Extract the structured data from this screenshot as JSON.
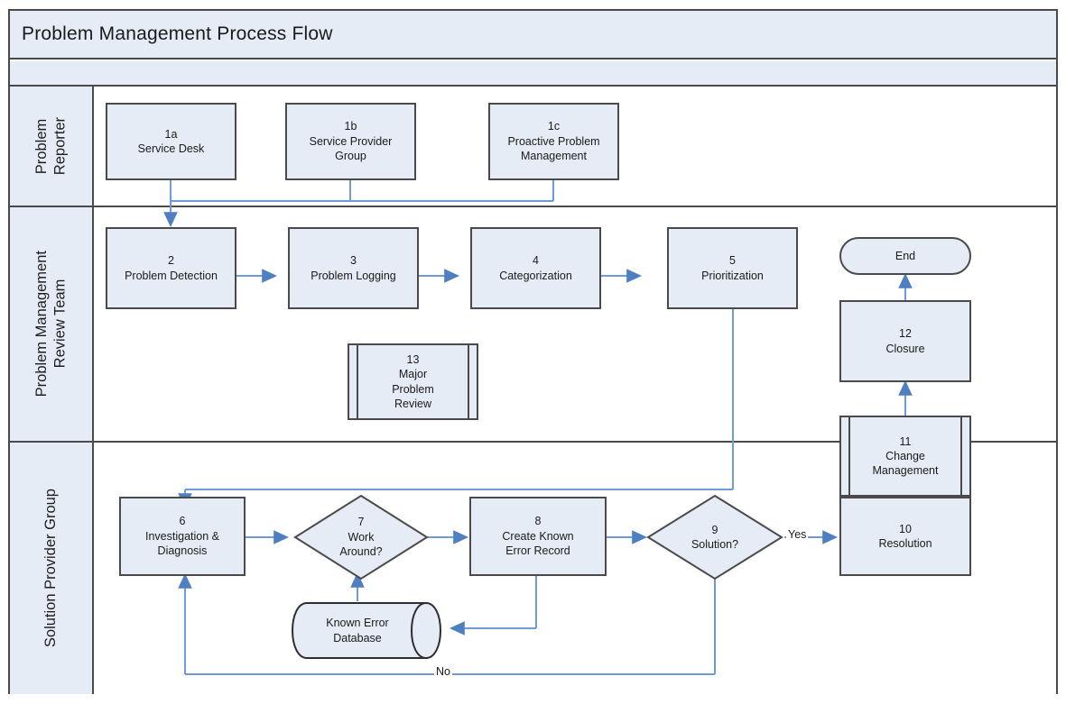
{
  "diagram": {
    "title": "Problem Management Process Flow",
    "colors": {
      "shape_fill": "#e6ecf6",
      "shape_stroke": "#4a4a4a",
      "connector": "#6699d6",
      "lane_header_fill": "#e6ecf6",
      "page_background": "#ffffff"
    }
  },
  "lanes": [
    {
      "id": "lane1",
      "label": "Problem\nReporter"
    },
    {
      "id": "lane2",
      "label": "Problem Management\nReview Team"
    },
    {
      "id": "lane3",
      "label": "Solution Provider Group"
    }
  ],
  "nodes": {
    "n1a": {
      "num": "1a",
      "label": "Service Desk",
      "shape": "process",
      "lane": "lane1"
    },
    "n1b": {
      "num": "1b",
      "label": "Service Provider\nGroup",
      "shape": "process",
      "lane": "lane1"
    },
    "n1c": {
      "num": "1c",
      "label": "Proactive Problem\nManagement",
      "shape": "process",
      "lane": "lane1"
    },
    "n2": {
      "num": "2",
      "label": "Problem Detection",
      "shape": "process",
      "lane": "lane2"
    },
    "n3": {
      "num": "3",
      "label": "Problem Logging",
      "shape": "process",
      "lane": "lane2"
    },
    "n4": {
      "num": "4",
      "label": "Categorization",
      "shape": "process",
      "lane": "lane2"
    },
    "n5": {
      "num": "5",
      "label": "Prioritization",
      "shape": "process",
      "lane": "lane2"
    },
    "n13": {
      "num": "13",
      "label": "Major\nProblem\nReview",
      "shape": "subprocess",
      "lane": "lane2"
    },
    "n12": {
      "num": "12",
      "label": "Closure",
      "shape": "process",
      "lane": "lane2"
    },
    "nend": {
      "num": "",
      "label": "End",
      "shape": "terminator",
      "lane": "lane2"
    },
    "n11": {
      "num": "11",
      "label": "Change\nManagement",
      "shape": "subprocess",
      "lane": "lane2-lane3"
    },
    "n6": {
      "num": "6",
      "label": "Investigation &\nDiagnosis",
      "shape": "process",
      "lane": "lane3"
    },
    "n7": {
      "num": "7",
      "label": "Work\nAround?",
      "shape": "decision",
      "lane": "lane3"
    },
    "n8": {
      "num": "8",
      "label": "Create Known\nError Record",
      "shape": "process",
      "lane": "lane3"
    },
    "n9": {
      "num": "9",
      "label": "Solution?",
      "shape": "decision",
      "lane": "lane3"
    },
    "n10": {
      "num": "10",
      "label": "Resolution",
      "shape": "process",
      "lane": "lane3"
    },
    "nked": {
      "num": "",
      "label": "Known Error\nDatabase",
      "shape": "database",
      "lane": "lane3"
    }
  },
  "edge_labels": {
    "yes": "Yes",
    "no": "No"
  },
  "edges": [
    {
      "from": "n1a",
      "to": "n2",
      "label": ""
    },
    {
      "from": "n1b",
      "to": "n2",
      "label": ""
    },
    {
      "from": "n1c",
      "to": "n2",
      "label": ""
    },
    {
      "from": "n2",
      "to": "n3",
      "label": ""
    },
    {
      "from": "n3",
      "to": "n4",
      "label": ""
    },
    {
      "from": "n4",
      "to": "n5",
      "label": ""
    },
    {
      "from": "n5",
      "to": "n6",
      "label": ""
    },
    {
      "from": "n6",
      "to": "n7",
      "label": ""
    },
    {
      "from": "n7",
      "to": "n8",
      "label": ""
    },
    {
      "from": "n8",
      "to": "n9",
      "label": ""
    },
    {
      "from": "n8",
      "to": "nked",
      "label": ""
    },
    {
      "from": "nked",
      "to": "n7",
      "label": ""
    },
    {
      "from": "n9",
      "to": "n10",
      "label": "Yes"
    },
    {
      "from": "n9",
      "to": "n6",
      "label": "No"
    },
    {
      "from": "n10",
      "to": "n11",
      "label": ""
    },
    {
      "from": "n11",
      "to": "n12",
      "label": ""
    },
    {
      "from": "n12",
      "to": "nend",
      "label": ""
    }
  ]
}
